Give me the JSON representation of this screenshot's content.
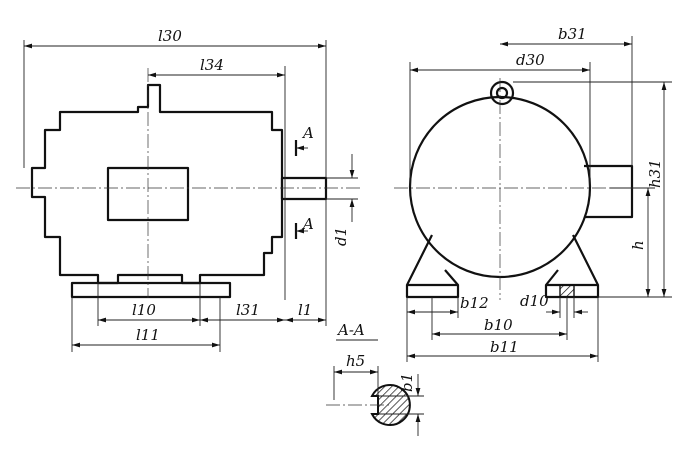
{
  "labels": {
    "l30": "l30",
    "l34": "l34",
    "l10": "l10",
    "l11": "l11",
    "l31": "l31",
    "l1": "l1",
    "d1": "d1",
    "section_mark_top": "A",
    "section_mark_bottom": "A",
    "b31": "b31",
    "d30": "d30",
    "h31": "h31",
    "h": "h",
    "b12": "b12",
    "d10": "d10",
    "b10": "b10",
    "b11": "b11",
    "section_title": "A-A",
    "h5": "h5",
    "b1": "b1"
  },
  "colors": {
    "ink": "#111111",
    "paper": "#ffffff"
  }
}
